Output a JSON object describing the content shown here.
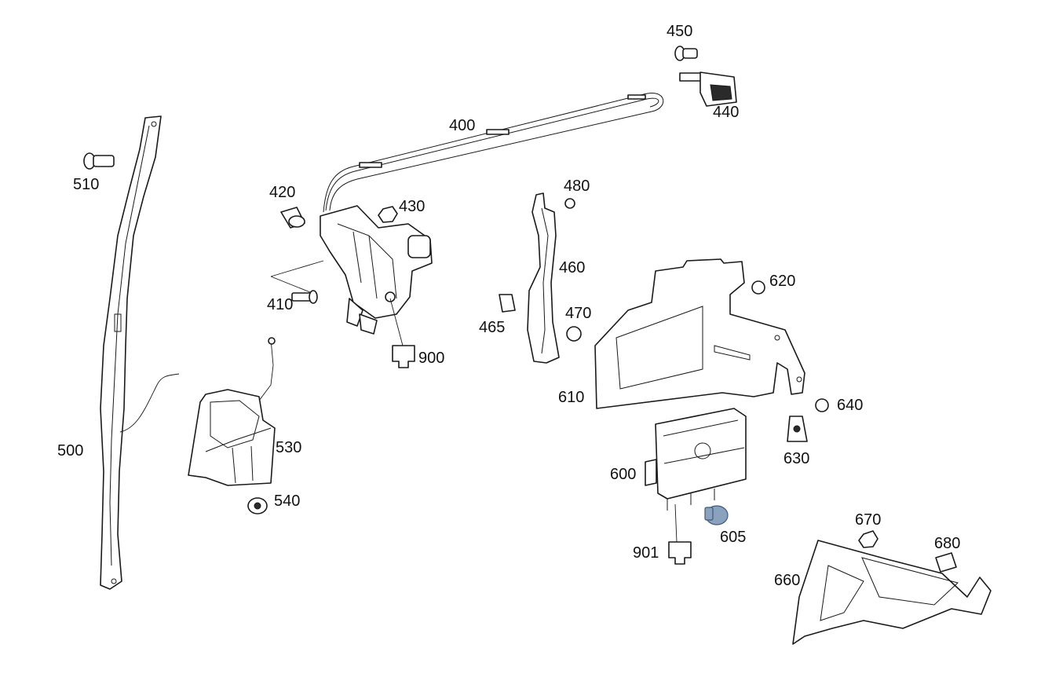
{
  "callouts": {
    "p400": "400",
    "p410": "410",
    "p420": "420",
    "p430": "430",
    "p440": "440",
    "p450": "450",
    "p460": "460",
    "p465": "465",
    "p470": "470",
    "p480": "480",
    "p500": "500",
    "p510": "510",
    "p530": "530",
    "p540": "540",
    "p600": "600",
    "p605": "605",
    "p610": "610",
    "p620": "620",
    "p630": "630",
    "p640": "640",
    "p660": "660",
    "p670": "670",
    "p680": "680",
    "p900": "900",
    "p901": "901"
  },
  "colors": {
    "line": "#1a1a1a",
    "highlight_bolt": "#8aa2bd",
    "background": "#ffffff"
  }
}
